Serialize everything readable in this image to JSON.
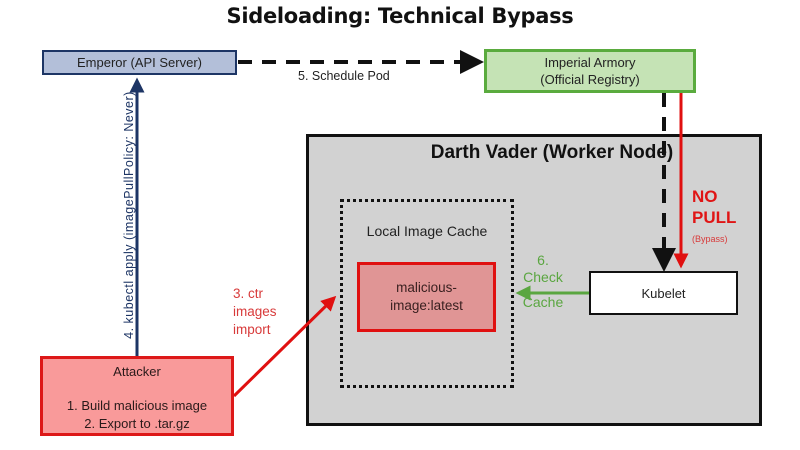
{
  "title": "Sideloading: Technical Bypass",
  "nodes": {
    "emperor": {
      "label": "Emperor (API Server)"
    },
    "armory": {
      "line1": "Imperial Armory",
      "line2": "(Official Registry)"
    },
    "worker": {
      "label": "Darth Vader (Worker Node)"
    },
    "cache": {
      "label": "Local Image Cache"
    },
    "malicious_image": {
      "line1": "malicious-",
      "line2": "image:latest"
    },
    "kubelet": {
      "label": "Kubelet"
    },
    "attacker": {
      "title": "Attacker",
      "step1": "1. Build malicious image",
      "step2": "2. Export to .tar.gz"
    }
  },
  "edges": {
    "kubectl": {
      "label": "4. kubectl apply (imagePullPolicy: Never)"
    },
    "schedule": {
      "label": "5. Schedule Pod"
    },
    "ctr_import": {
      "line1": "3. ctr",
      "line2": "images",
      "line3": "import"
    },
    "check_cache": {
      "line1": "6.",
      "line2": "Check",
      "line3": "Cache"
    },
    "no_pull": {
      "line1": "NO",
      "line2": "PULL",
      "note": "(Bypass)"
    }
  },
  "colors": {
    "navy": "#1d3565",
    "green": "#5aab3e",
    "red": "#e01010",
    "check_green": "#5aa640",
    "black": "#111111"
  }
}
